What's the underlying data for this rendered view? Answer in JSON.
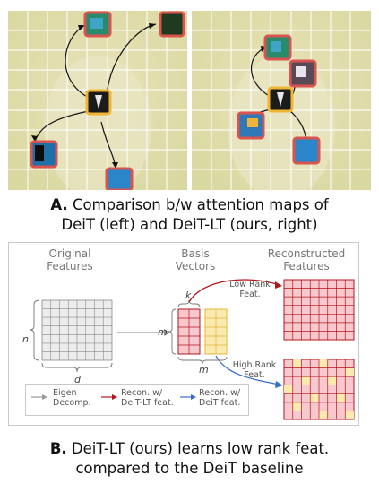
{
  "partA": {
    "letter": "A.",
    "caption_line1": "Comparison b/w attention maps of",
    "caption_line2": "DeiT (left) and DeiT-LT (ours, right)"
  },
  "diagram": {
    "original_features_1": "Original",
    "original_features_2": "Features",
    "basis_vectors_1": "Basis",
    "basis_vectors_2": "Vectors",
    "reconstructed_features_1": "Reconstructed",
    "reconstructed_features_2": "Features",
    "n_label": "n",
    "d_label": "d",
    "m_label_left": "m",
    "k_label": "k",
    "m_label_bottom": "m",
    "low_rank_1": "Low Rank",
    "low_rank_2": "Feat.",
    "high_rank_1": "High Rank",
    "high_rank_2": "Feat.",
    "legend": {
      "eigen_1": "Eigen",
      "eigen_2": "Decomp.",
      "recon_lt_1": "Recon. w/",
      "recon_lt_2": "DeiT-LT feat.",
      "recon_deit_1": "Recon. w/",
      "recon_deit_2": "DeiT feat."
    },
    "colors": {
      "red": "#b3161c",
      "blue": "#3a6fc4",
      "gray": "#9a9a9a",
      "pink": "#f7c9cf",
      "yellow": "#fbeab0"
    }
  },
  "partB": {
    "letter": "B.",
    "caption_line1": "DeiT-LT (ours) learns low rank feat.",
    "caption_line2": "compared to the DeiT baseline"
  }
}
